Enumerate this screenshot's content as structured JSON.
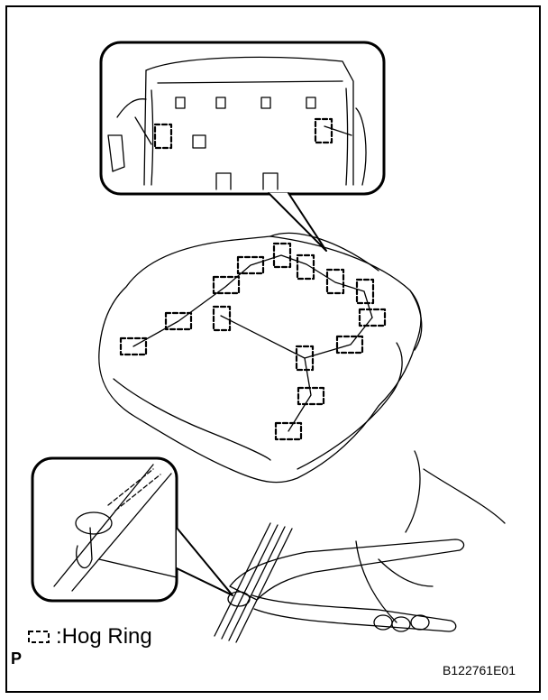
{
  "legend": {
    "icon": "hog-ring-bracket-icon",
    "label": ":Hog Ring"
  },
  "page_letter": "P",
  "figure_code": "B122761E01",
  "colors": {
    "line": "#000000",
    "background": "#ffffff"
  }
}
